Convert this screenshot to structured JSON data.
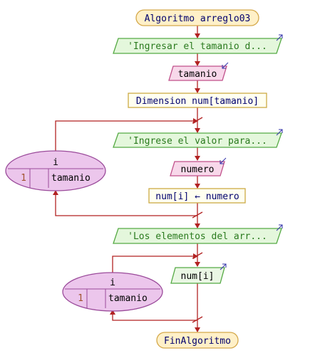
{
  "colors": {
    "flow_line": "#b22222",
    "terminal_fill": "#fff0c8",
    "terminal_stroke": "#d4a84a",
    "terminal_text": "#00006e",
    "comment_fill": "#e4f7dc",
    "comment_stroke": "#55aa44",
    "comment_text": "#2a7a1e",
    "io_fill": "#f8d8ea",
    "io_stroke": "#c0508a",
    "io_text": "#000000",
    "output_fill": "#eaf7e4",
    "output_stroke": "#55aa44",
    "process_fill": "#fffff0",
    "process_stroke": "#ccaa44",
    "process_text": "#00006e",
    "loop_fill": "#ecc6ec",
    "loop_stroke": "#9a4a9a",
    "loop_start_text": "#a0522d",
    "io_arrow": "#3333aa"
  },
  "flow": {
    "start": "Algoritmo arreglo03",
    "comment_1": "'Ingresar el tamanio d...",
    "read_size": "tamanio",
    "dimension": "Dimension num[tamanio]",
    "comment_2": "'Ingrese el valor para...",
    "read_value": "numero",
    "assign": "num[i] ← numero",
    "comment_3": "'Los elementos del arr...",
    "write_value": "num[i]",
    "end": "FinAlgoritmo"
  },
  "loop_1": {
    "variable": "i",
    "start": "1",
    "end": "tamanio"
  },
  "loop_2": {
    "variable": "i",
    "start": "1",
    "end": "tamanio"
  }
}
